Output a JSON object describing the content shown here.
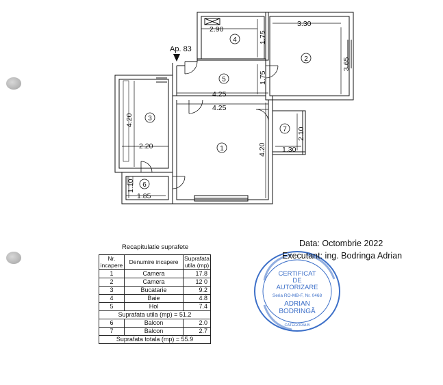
{
  "plan": {
    "apartment_label": "Ap. 83",
    "rooms": [
      {
        "no": "1"
      },
      {
        "no": "2"
      },
      {
        "no": "3"
      },
      {
        "no": "4"
      },
      {
        "no": "5"
      },
      {
        "no": "6"
      },
      {
        "no": "7"
      }
    ],
    "dims": {
      "d290": "2.90",
      "d330": "3.30",
      "d175a": "1.75",
      "d365": "3.65",
      "d175b": "1.75",
      "d425a": "4.25",
      "d425b": "4.25",
      "d420a": "4.20",
      "d220": "2.20",
      "d420b": "4.20",
      "d210": "2.10",
      "d130": "1.30",
      "d110": "1.10",
      "d185": "1.85"
    }
  },
  "recap": {
    "title": "Recapitulatie suprafete",
    "headers": {
      "nr": "Nr. incapere",
      "name": "Denumire incapere",
      "area": "Suprafata utila (mp)"
    },
    "rooms": [
      {
        "nr": "1",
        "name": "Camera",
        "area": "17.8"
      },
      {
        "nr": "2",
        "name": "Camera",
        "area": "12 0"
      },
      {
        "nr": "3",
        "name": "Bucatarie",
        "area": "9.2"
      },
      {
        "nr": "4",
        "name": "Baie",
        "area": "4.8"
      },
      {
        "nr": "5",
        "name": "Hol",
        "area": "7.4"
      }
    ],
    "useful_total": "Suprafata utila (mp) = 51.2",
    "balconies": [
      {
        "nr": "6",
        "name": "Balcon",
        "area": "2.0"
      },
      {
        "nr": "7",
        "name": "Balcon",
        "area": "2.7"
      }
    ],
    "grand_total": "Suprafata totala (mp) = 55.9"
  },
  "info": {
    "date": "Data: Octombrie 2022",
    "executant": "Executant: ing. Bodringa  Adrian"
  },
  "stamp": {
    "line1": "CERTIFICAT",
    "line2": "DE",
    "line3": "AUTORIZARE",
    "line4": "Seria RO-MB-F, Nr. 0468",
    "line5": "ADRIAN",
    "line6": "BODRINGĂ",
    "category": "CATEGORIA B",
    "color": "#3c6fc8"
  }
}
